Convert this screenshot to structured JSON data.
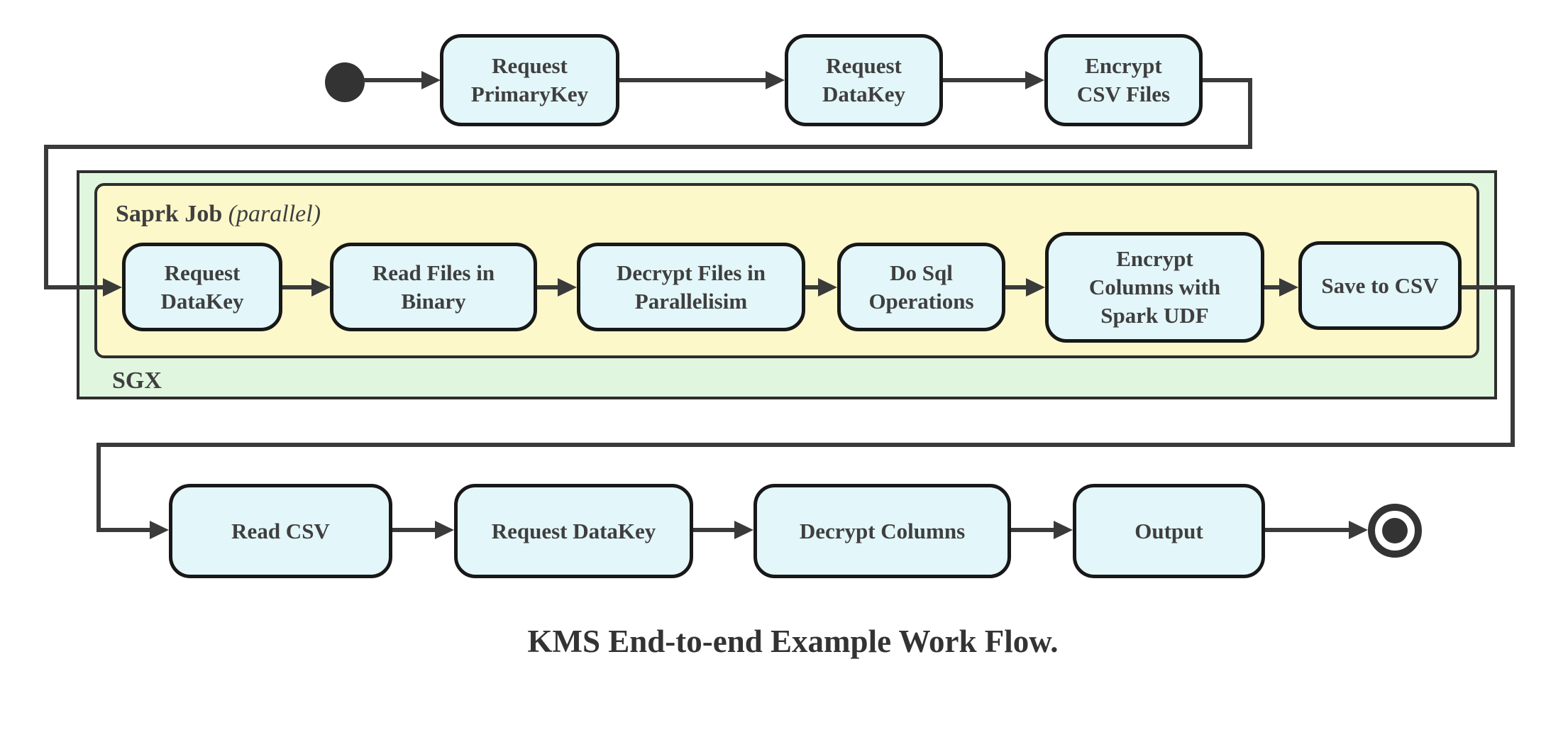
{
  "diagram": {
    "title": "KMS End-to-end Example Work Flow.",
    "top_flow": {
      "nodes": [
        {
          "label": "Request\nPrimaryKey"
        },
        {
          "label": "Request\nDataKey"
        },
        {
          "label": "Encrypt\nCSV Files"
        }
      ]
    },
    "sgx_group": {
      "label": "SGX",
      "spark_group": {
        "label_bold": "Saprk Job",
        "label_italic": "(parallel)",
        "nodes": [
          {
            "label": "Request\nDataKey"
          },
          {
            "label": "Read Files in\nBinary"
          },
          {
            "label": "Decrypt Files in\nParallelisim"
          },
          {
            "label": "Do Sql\nOperations"
          },
          {
            "label": "Encrypt\nColumns with\nSpark UDF"
          },
          {
            "label": "Save to CSV"
          }
        ]
      }
    },
    "bottom_flow": {
      "nodes": [
        {
          "label": "Read CSV"
        },
        {
          "label": "Request DataKey"
        },
        {
          "label": "Decrypt Columns"
        },
        {
          "label": "Output"
        }
      ]
    },
    "markers": {
      "start": "start-state",
      "end": "end-state"
    },
    "colors": {
      "node_fill": "#e3f6f9",
      "node_border": "#181818",
      "spark_fill": "#fcf8ca",
      "sgx_fill": "#e1f6de",
      "group_border": "#2e2e2e",
      "line": "#3a3a3a",
      "text": "#3f3f3f"
    }
  }
}
